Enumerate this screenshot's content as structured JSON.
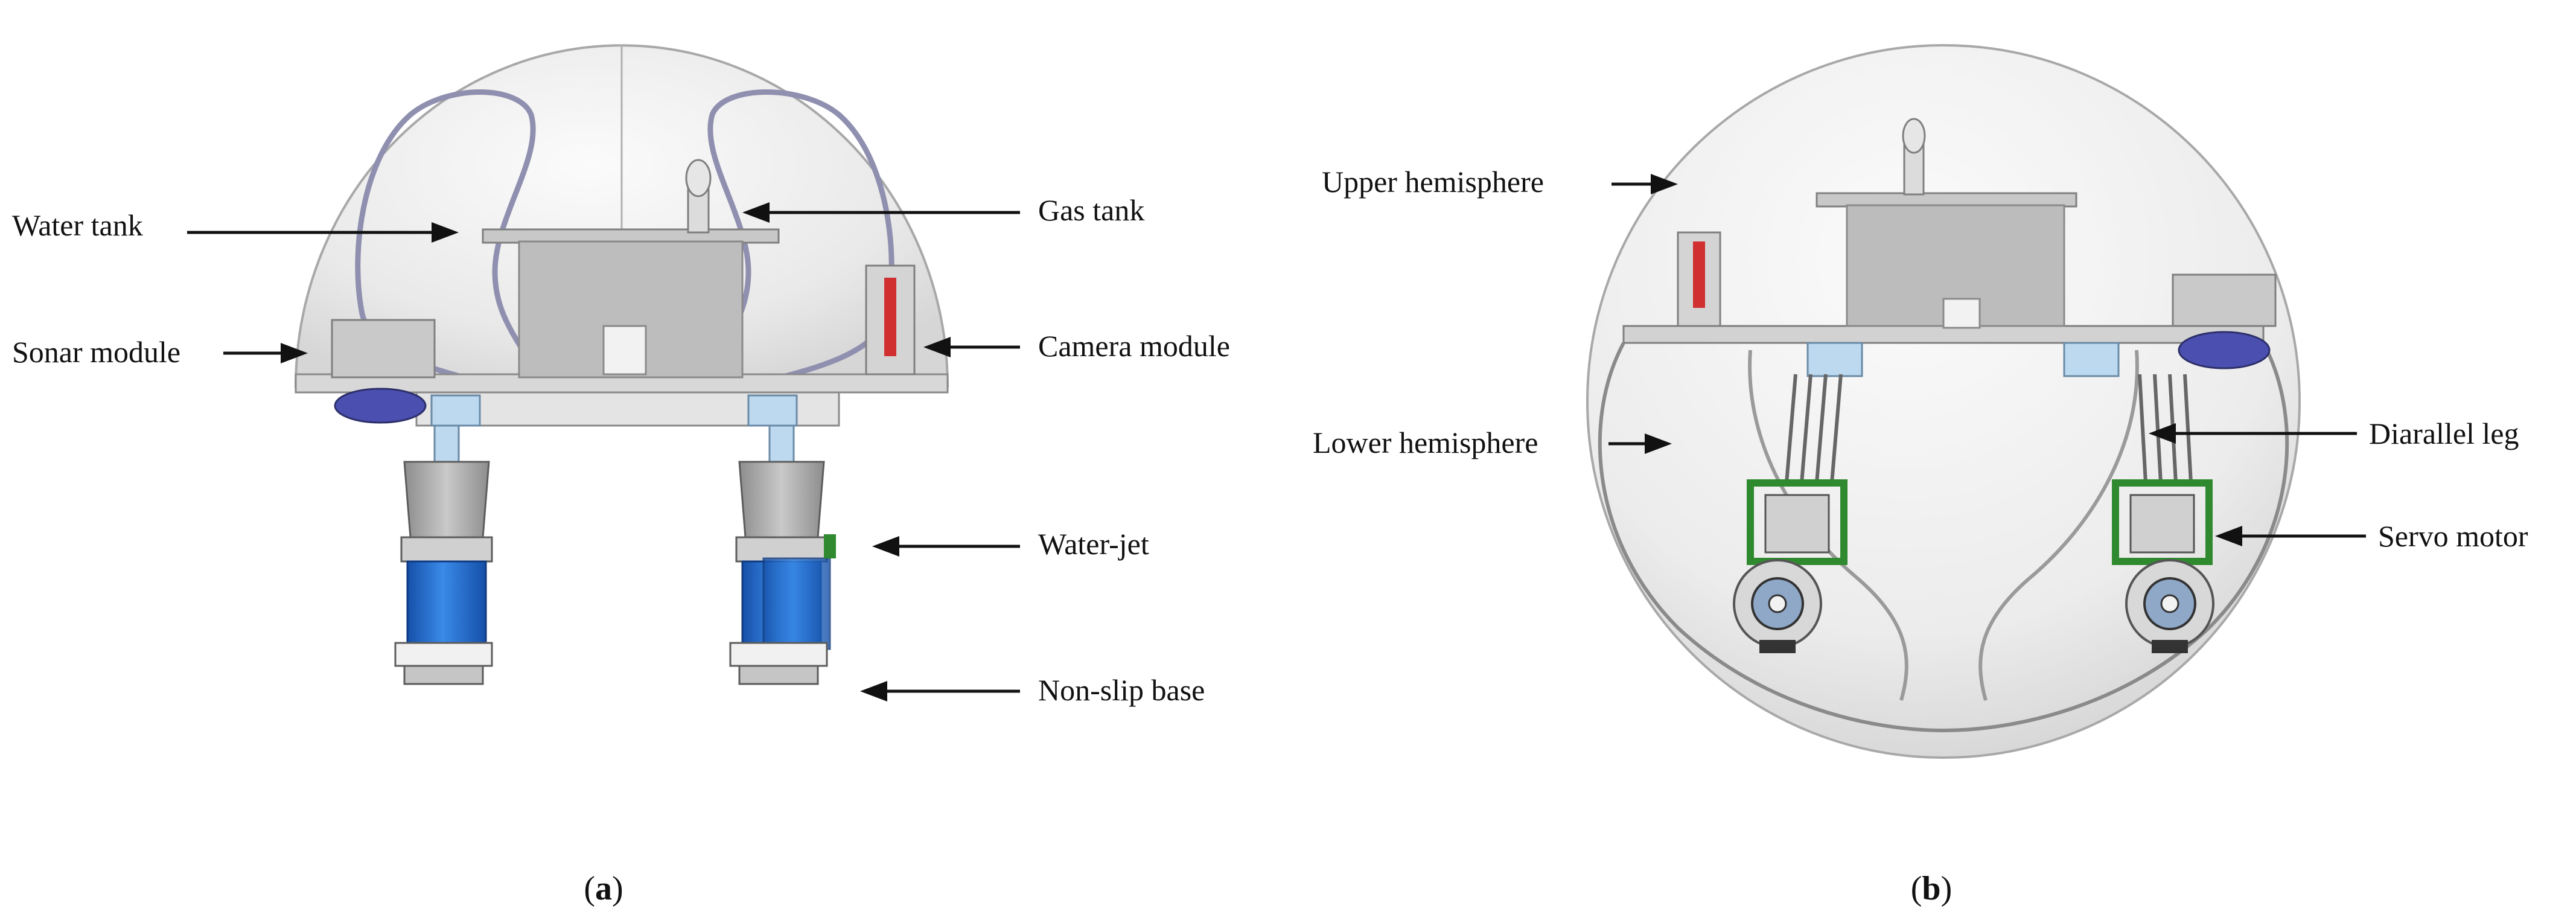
{
  "panel_a": {
    "caption_letter": "a",
    "labels": {
      "water_tank": "Water tank",
      "gas_tank": "Gas tank",
      "sonar_module": "Sonar module",
      "camera_module": "Camera module",
      "water_jet": "Water-jet",
      "non_slip_base": "Non-slip base"
    }
  },
  "panel_b": {
    "caption_letter": "b",
    "labels": {
      "upper_hemisphere": "Upper hemisphere",
      "lower_hemisphere": "Lower hemisphere",
      "diarallel_leg": "Diarallel leg",
      "servo_motor": "Servo motor"
    }
  },
  "colors": {
    "hull_light": "#efefef",
    "hull_edge": "#9a9a9a",
    "tank_gray": "#b7b7b7",
    "water_jet_blue": "#1f6fd0",
    "sonar_blue": "#4a4fb0",
    "servo_green": "#2f8a2f",
    "connector_blue": "#bcd9ef",
    "camera_red": "#d03030"
  }
}
